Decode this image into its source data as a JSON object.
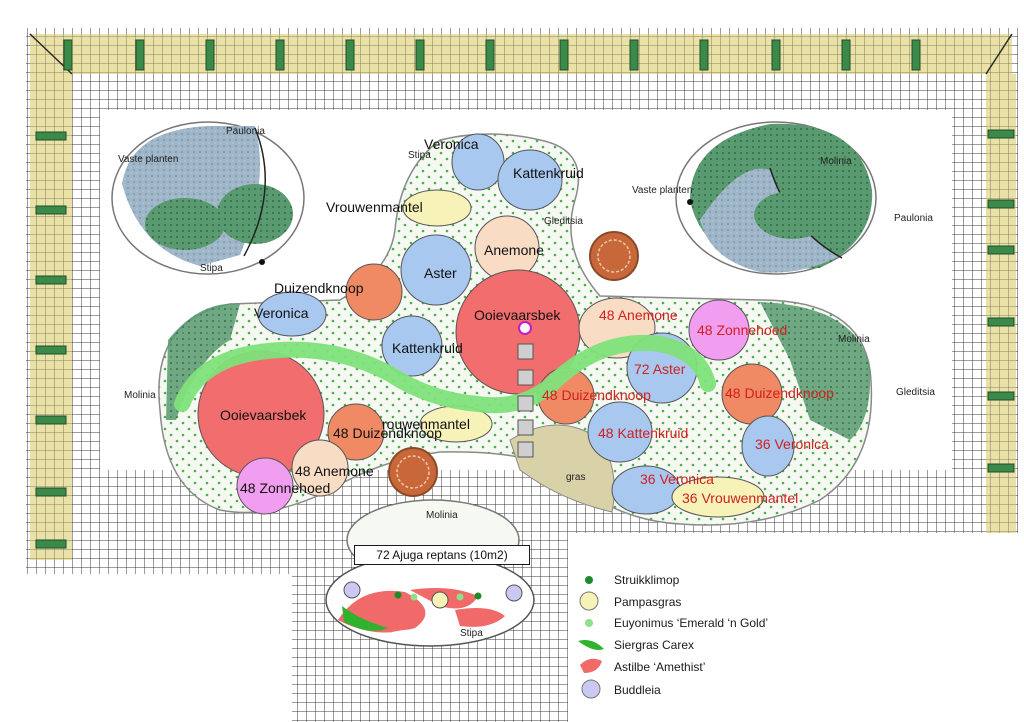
{
  "plan": {
    "colors": {
      "paving_line": "#3a3a3a",
      "border_yellow": "#e9e1a6",
      "hedge_green": "#3b8a4a",
      "bed_fill": "#eef3ea",
      "bed_dots": "#4caf50",
      "lawn_blue": "#9fb6c9",
      "path_green": "#7fe27a",
      "stone_grey": "#cfcfcf",
      "pot_brown": "#c8683a",
      "grass_tan": "#d9d2a8"
    },
    "background_labels": {
      "paulonia_left": "Paulonia",
      "vaste_planten_left": "Vaste planten",
      "stipa_left": "Stipa",
      "molinia_right": "Molinia",
      "vaste_planten_right": "Vaste planten",
      "paulonia_right": "Paulonia",
      "stipa_top": "Stipa",
      "gleditsia_top": "Gleditsia",
      "molinia_left": "Molinia",
      "molinia_far_right": "Molinia",
      "gleditsia_right": "Gleditsia",
      "gras": "gras",
      "molinia_bottom": "Molinia",
      "stipa_bottom": "Stipa"
    },
    "plants": [
      {
        "id": "veronica-top",
        "label": "Veronica",
        "color": "#a8c8f0",
        "text_color": "#111111"
      },
      {
        "id": "kattenkruid-top",
        "label": "Kattenkruid",
        "color": "#a8c8f0",
        "text_color": "#111111"
      },
      {
        "id": "vrouwenmantel-top",
        "label": "Vrouwenmantel",
        "color": "#f6f2b8",
        "text_color": "#111111"
      },
      {
        "id": "anemone-top",
        "label": "Anemone",
        "color": "#f8dcc4",
        "text_color": "#111111"
      },
      {
        "id": "aster-top",
        "label": "Aster",
        "color": "#a8c8f0",
        "text_color": "#111111"
      },
      {
        "id": "duizendknoop-top",
        "label": "Duizendknoop",
        "color": "#f08a64",
        "text_color": "#111111"
      },
      {
        "id": "ooievaarsbek-center",
        "label": "Ooievaarsbek",
        "color": "#f26d6d",
        "text_color": "#111111"
      },
      {
        "id": "veronica-left",
        "label": "Veronica",
        "color": "#a8c8f0",
        "text_color": "#111111"
      },
      {
        "id": "kattenkruid-center",
        "label": "Kattenkruid",
        "color": "#a8c8f0",
        "text_color": "#111111"
      },
      {
        "id": "ooievaarsbek-left",
        "label": "Ooievaarsbek",
        "color": "#f26d6d",
        "text_color": "#111111"
      },
      {
        "id": "duizendknoop-left",
        "label": "48 Duizendknoop",
        "color": "#f08a64",
        "text_color": "#111111"
      },
      {
        "id": "vrouwenmantel-left",
        "label": "rouwenmantel",
        "color": "#f6f2b8",
        "text_color": "#111111"
      },
      {
        "id": "anemone-left",
        "label": "48 Anemone",
        "color": "#f8dcc4",
        "text_color": "#111111"
      },
      {
        "id": "zonnehoed-left",
        "label": "48 Zonnehoed",
        "color": "#f29ef0",
        "text_color": "#111111"
      },
      {
        "id": "anemone-right",
        "label": "48 Anemone",
        "color": "#f8dcc4",
        "text_color": "#d02020"
      },
      {
        "id": "zonnehoed-right",
        "label": "48 Zonnehoed",
        "color": "#f29ef0",
        "text_color": "#d02020"
      },
      {
        "id": "aster-right",
        "label": "72 Aster",
        "color": "#a8c8f0",
        "text_color": "#d02020"
      },
      {
        "id": "duizendknoop-mid",
        "label": "48 Duizendknoop",
        "color": "#f08a64",
        "text_color": "#d02020"
      },
      {
        "id": "duizendknoop-right",
        "label": "48 Duizendknoop",
        "color": "#f08a64",
        "text_color": "#d02020"
      },
      {
        "id": "kattenkruid-right",
        "label": "48 Kattenkruid",
        "color": "#a8c8f0",
        "text_color": "#d02020"
      },
      {
        "id": "veronica-right",
        "label": "36 Veronica",
        "color": "#a8c8f0",
        "text_color": "#d02020"
      },
      {
        "id": "veronica-bottom",
        "label": "36 Veronica",
        "color": "#a8c8f0",
        "text_color": "#d02020"
      },
      {
        "id": "vrouwenmantel-bottom",
        "label": "36 Vrouwenmantel",
        "color": "#f6f2b8",
        "text_color": "#d02020"
      }
    ],
    "ajuga_label": "72 Ajuga reptans (10m2)"
  },
  "legend": {
    "items": [
      {
        "label": "Struikklimop",
        "symbol": "dot",
        "color": "#1f8a2c"
      },
      {
        "label": "Pampasgras",
        "symbol": "circle",
        "color": "#f6f2b8"
      },
      {
        "label": "Euyonimus ‘Emerald ‘n Gold’",
        "symbol": "dot-light",
        "color": "#8fe08a"
      },
      {
        "label": "Siergras Carex",
        "symbol": "leaf",
        "color": "#2fb32f"
      },
      {
        "label": "Astilbe ‘Amethist’",
        "symbol": "blob",
        "color": "#f06a6a"
      },
      {
        "label": "Buddleia",
        "symbol": "circle",
        "color": "#c9c9f2"
      }
    ]
  }
}
